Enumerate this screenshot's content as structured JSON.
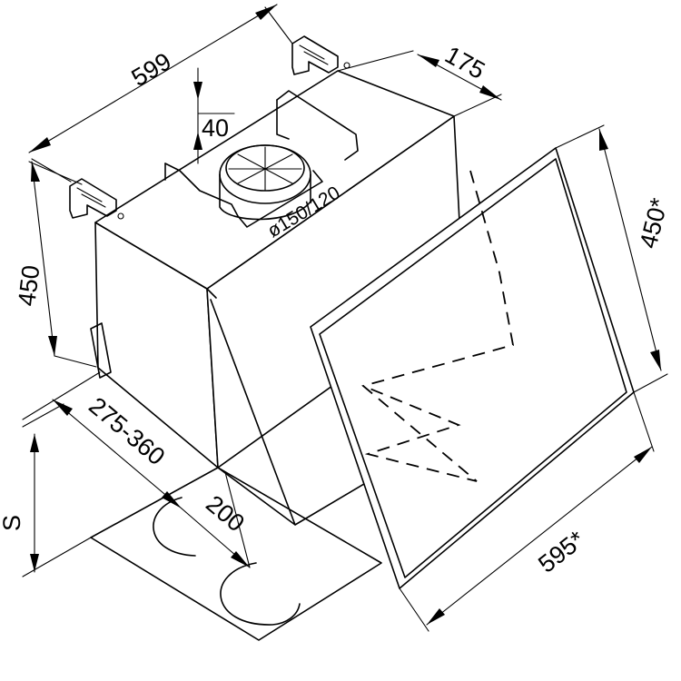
{
  "dimensions": {
    "width_top": "599",
    "depth_side": "175",
    "spigot_height": "40",
    "duct_diameter": "ø150/120",
    "height_body": "450",
    "depth_range": "275-360",
    "canopy_offset": "200",
    "safety_distance": "S",
    "panel_height": "450*",
    "panel_width": "595*"
  }
}
